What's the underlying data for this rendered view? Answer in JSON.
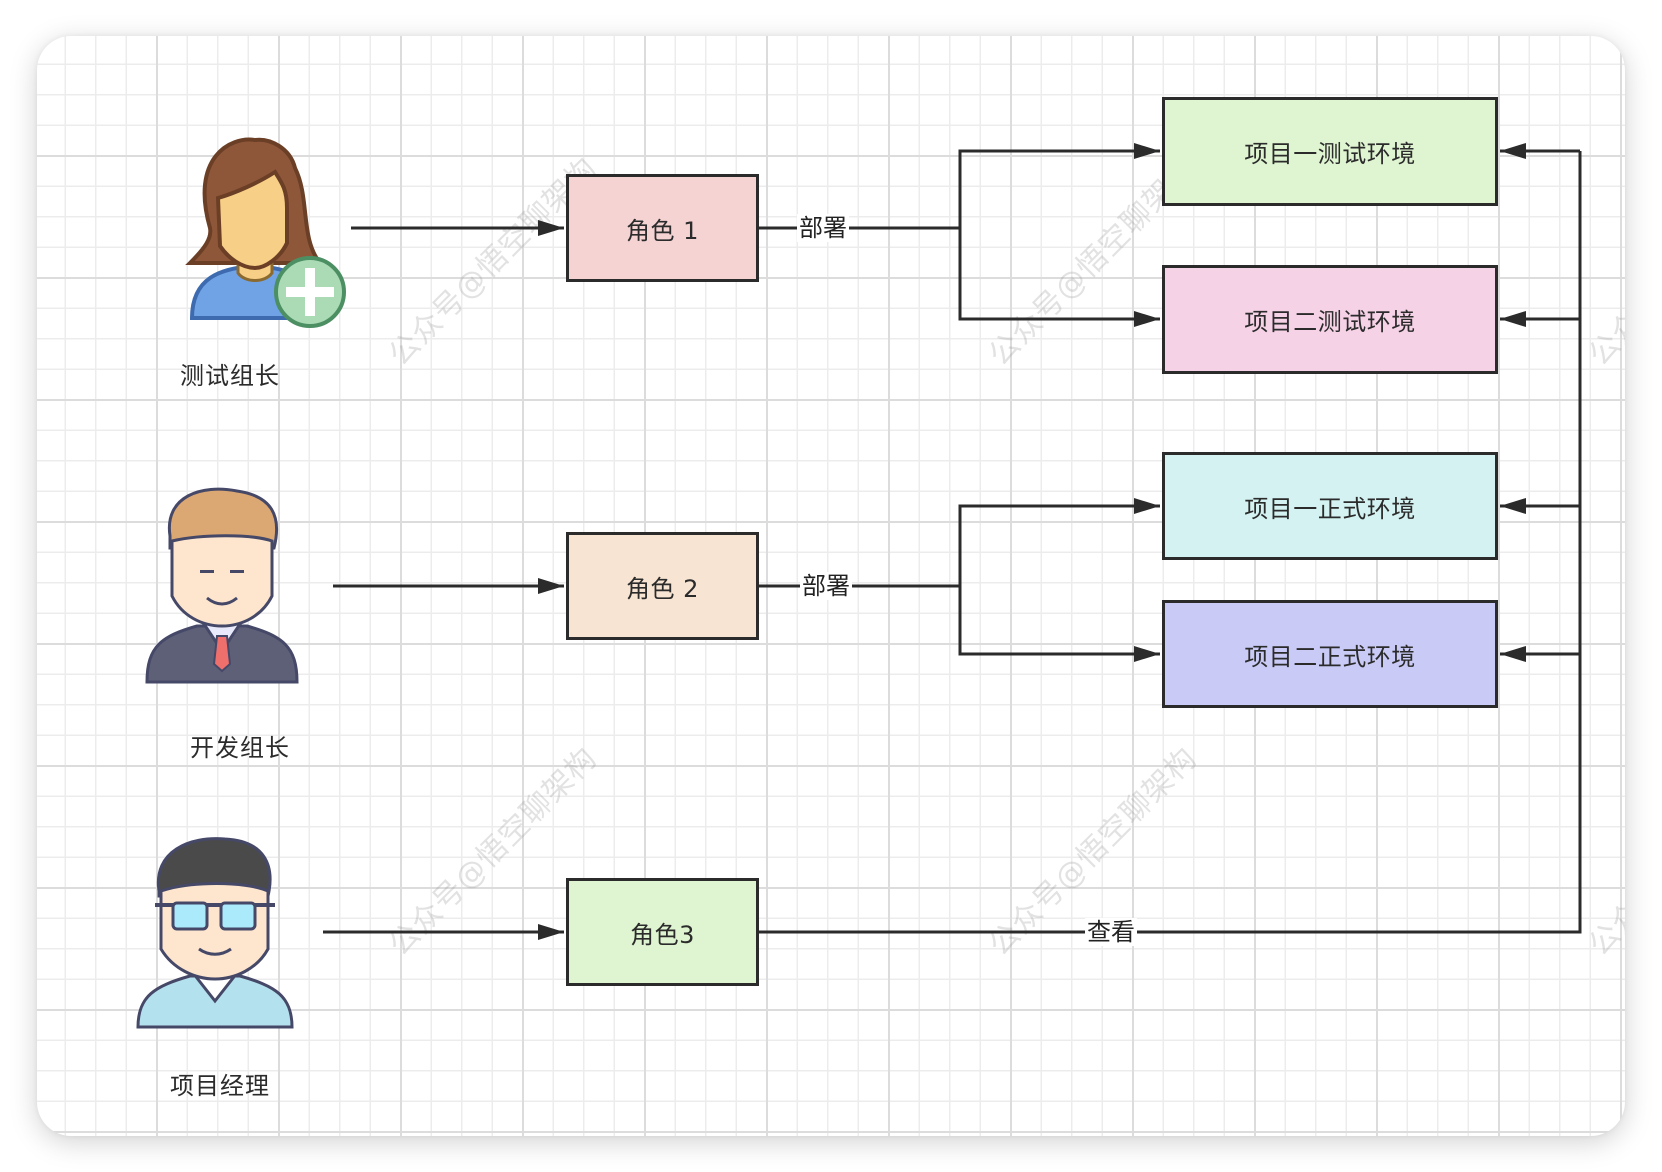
{
  "diagram": {
    "people": [
      {
        "id": "test-lead",
        "label": "测试组长",
        "icon": "female-user-add-icon"
      },
      {
        "id": "dev-lead",
        "label": "开发组长",
        "icon": "businessman-icon"
      },
      {
        "id": "project-manager",
        "label": "项目经理",
        "icon": "man-glasses-icon"
      }
    ],
    "roles": [
      {
        "id": "role1",
        "label": "角色 1",
        "color": "#f6d3d3"
      },
      {
        "id": "role2",
        "label": "角色 2",
        "color": "#f8e4d2"
      },
      {
        "id": "role3",
        "label": "角色3",
        "color": "#dff5d1"
      }
    ],
    "environments": [
      {
        "id": "p1-test",
        "label": "项目一测试环境",
        "color": "#dff5d1"
      },
      {
        "id": "p2-test",
        "label": "项目二测试环境",
        "color": "#f6d2e7"
      },
      {
        "id": "p1-prod",
        "label": "项目一正式环境",
        "color": "#d3f2f1"
      },
      {
        "id": "p2-prod",
        "label": "项目二正式环境",
        "color": "#c9caf5"
      }
    ],
    "edges": [
      {
        "from": "test-lead",
        "to": "role1",
        "label": ""
      },
      {
        "from": "dev-lead",
        "to": "role2",
        "label": ""
      },
      {
        "from": "project-manager",
        "to": "role3",
        "label": ""
      },
      {
        "from": "role1",
        "to": [
          "p1-test",
          "p2-test"
        ],
        "label": "部署"
      },
      {
        "from": "role2",
        "to": [
          "p1-prod",
          "p2-prod"
        ],
        "label": "部署"
      },
      {
        "from": "role3",
        "to": [
          "p1-test",
          "p2-test",
          "p1-prod",
          "p2-prod"
        ],
        "label": "查看"
      }
    ],
    "line_color": "#2b2b2b"
  },
  "watermark": "公众号@悟空聊架构"
}
